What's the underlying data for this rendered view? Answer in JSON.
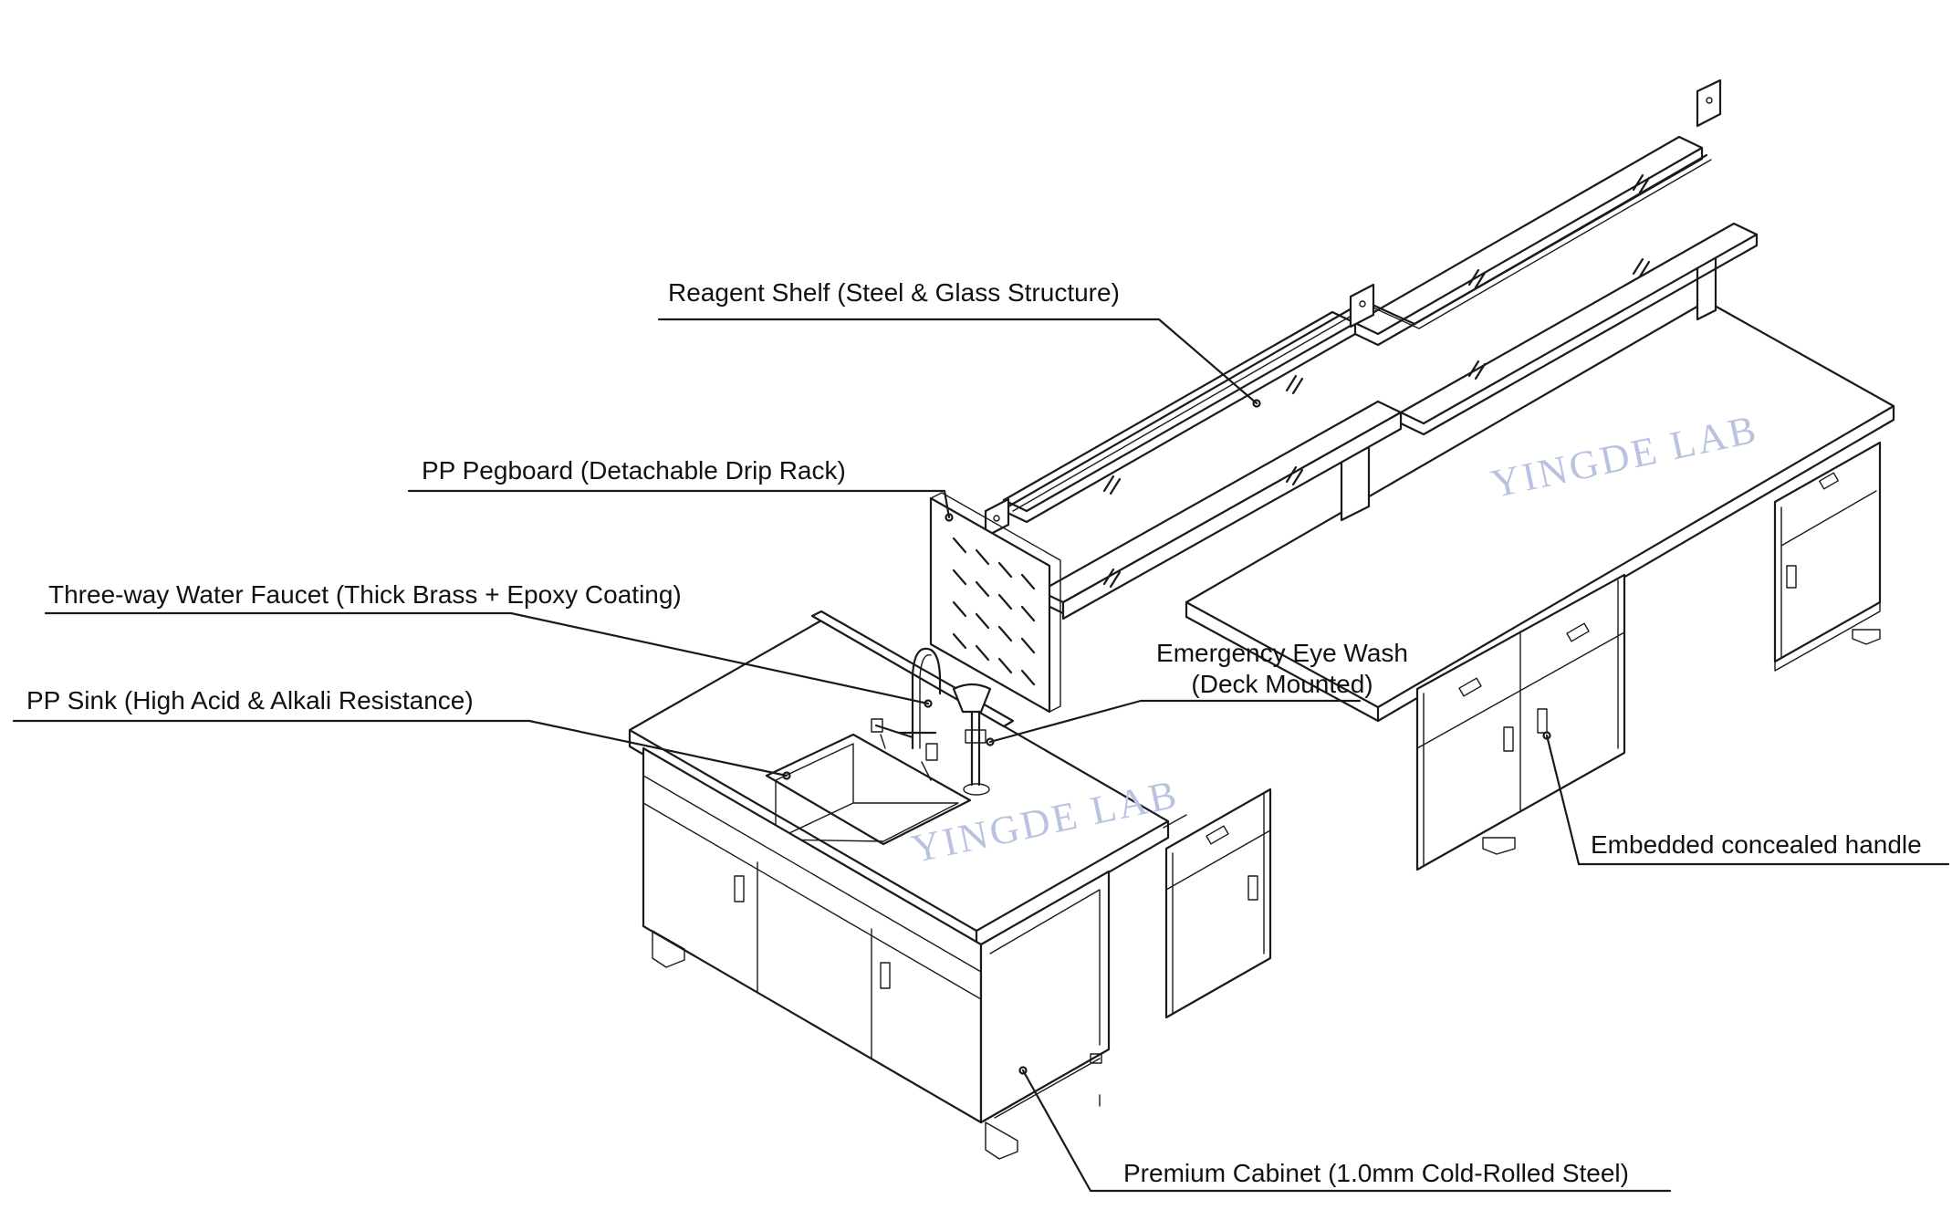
{
  "callouts": {
    "reagent_shelf": "Reagent Shelf (Steel & Glass Structure)",
    "pp_pegboard": "PP Pegboard (Detachable Drip Rack)",
    "water_faucet": "Three-way Water Faucet (Thick Brass + Epoxy Coating)",
    "pp_sink": "PP Sink (High Acid & Alkali Resistance)",
    "eye_wash_line1": "Emergency Eye Wash",
    "eye_wash_line2": "(Deck Mounted)",
    "concealed_handle": "Embedded concealed handle",
    "premium_cabinet": "Premium Cabinet (1.0mm Cold-Rolled Steel)"
  },
  "watermarks": {
    "main": "YINGDE LAB",
    "sink": "YINGDE LAB"
  },
  "colors": {
    "line": "#1a1a1a",
    "watermark": "#b9c2e0",
    "background": "#ffffff"
  }
}
